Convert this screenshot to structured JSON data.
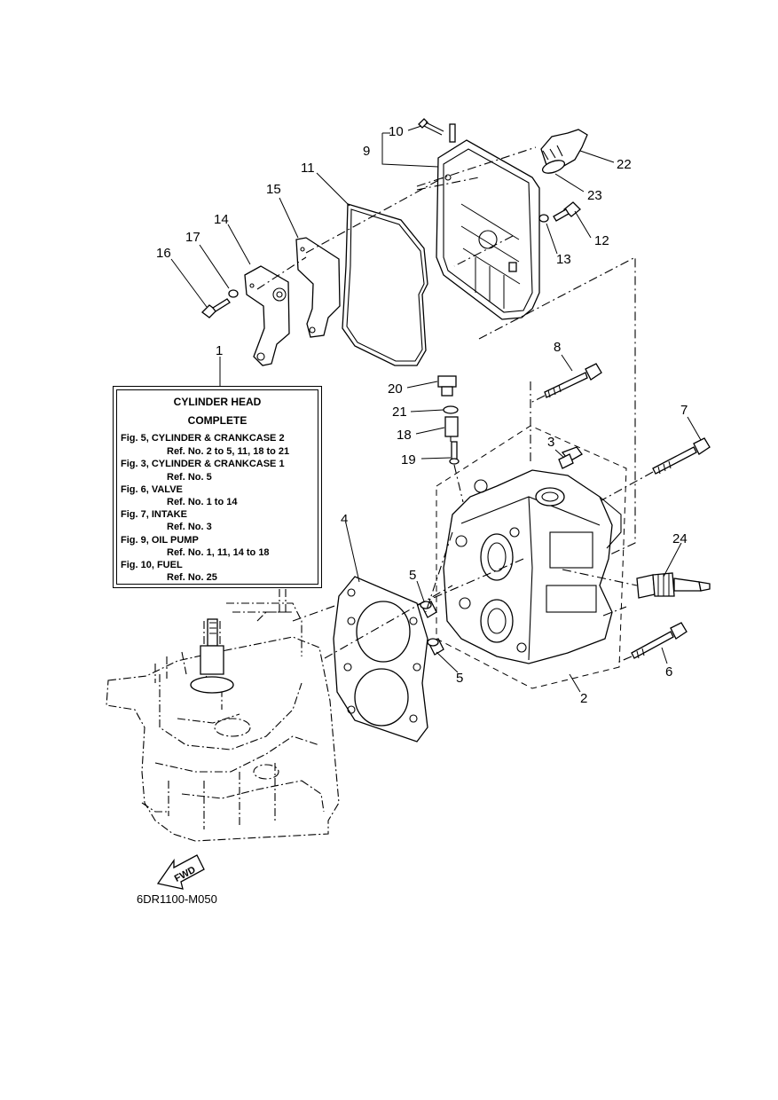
{
  "callouts": [
    "1",
    "2",
    "3",
    "4",
    "5",
    "5",
    "6",
    "7",
    "8",
    "9",
    "10",
    "11",
    "12",
    "13",
    "14",
    "15",
    "16",
    "17",
    "18",
    "19",
    "20",
    "21",
    "22",
    "23",
    "24"
  ],
  "info_box": {
    "title_line1": "CYLINDER  HEAD",
    "title_line2": "COMPLETE",
    "lines": [
      "Fig. 5, CYLINDER & CRANKCASE 2",
      "Ref. No. 2 to 5, 11, 18 to 21",
      "Fig. 3, CYLINDER & CRANKCASE 1",
      "Ref. No. 5",
      "Fig. 6, VALVE",
      "Ref. No. 1 to 14",
      "Fig. 7, INTAKE",
      "Ref. No. 3",
      "Fig. 9, OIL PUMP",
      "Ref. No. 1, 11, 14 to 18",
      "Fig. 10, FUEL",
      "Ref. No. 25"
    ]
  },
  "fwd_label": "FWD",
  "drawing_code": "6DR1100-M050"
}
